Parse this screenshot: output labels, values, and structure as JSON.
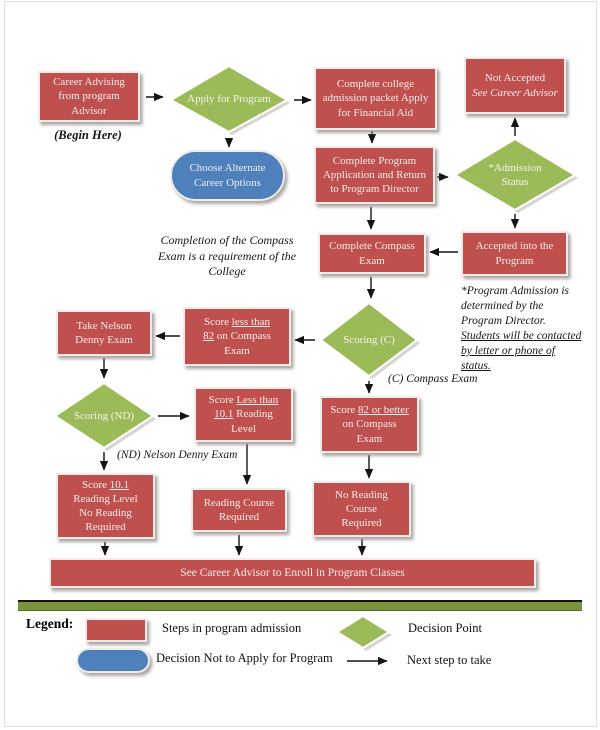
{
  "colors": {
    "step_box": "#C0504D",
    "decision_diamond": "#9BBB59",
    "not_apply_pill": "#4F81BD",
    "divider_bar": "#77933C",
    "arrow": "#141414"
  },
  "flow": {
    "career_advising": "Career Advising from program Advisor",
    "begin_here": "(Begin Here)",
    "apply_for_program": "Apply for Program",
    "complete_college": "Complete college admission packet Apply for Financial Aid",
    "not_accepted": {
      "line1": "Not Accepted",
      "line2": "See Career Advisor"
    },
    "choose_alternate": "Choose Alternate Career Options",
    "complete_program_application": "Complete Program Application and Return to Program Director",
    "admission_status": "*Admission Status",
    "compass_requirement_note": "Completion of the Compass Exam is a requirement of the College",
    "complete_compass_exam": "Complete Compass Exam",
    "accepted_into_program": "Accepted into the Program",
    "program_admission_note": {
      "normal": "*Program Admission is determined by the Program Director. ",
      "underlined": "Students will be contacted by letter or phone of status."
    },
    "take_nelson_denny": "Take Nelson Denny Exam",
    "score_less_82": {
      "pre": "Score ",
      "underlined": "less than 82",
      "post": " on Compass Exam"
    },
    "scoring_c": "Scoring (C)",
    "c_compass_label": "(C) Compass Exam",
    "scoring_nd": "Scoring (ND)",
    "score_less_101": {
      "pre": "Score ",
      "underlined": "Less than 10.1",
      "post": " Reading Level"
    },
    "score_82_or_better": {
      "pre": "Score ",
      "underlined": "82 or better",
      "post": " on Compass Exam"
    },
    "nd_label": "(ND) Nelson Denny Exam",
    "score_101": {
      "pre": "Score ",
      "underlined": "10.1",
      "post": " Reading Level No Reading Required"
    },
    "reading_course_required": "Reading Course Required",
    "no_reading_course_required": "No Reading Course Required",
    "enroll_bar": "See Career Advisor to Enroll in Program Classes"
  },
  "legend": {
    "title": "Legend:",
    "steps_label": "Steps in program admission",
    "decision_label": "Decision Point",
    "not_apply_label": "Decision Not to Apply for Program",
    "arrow_label": "Next step to take"
  }
}
